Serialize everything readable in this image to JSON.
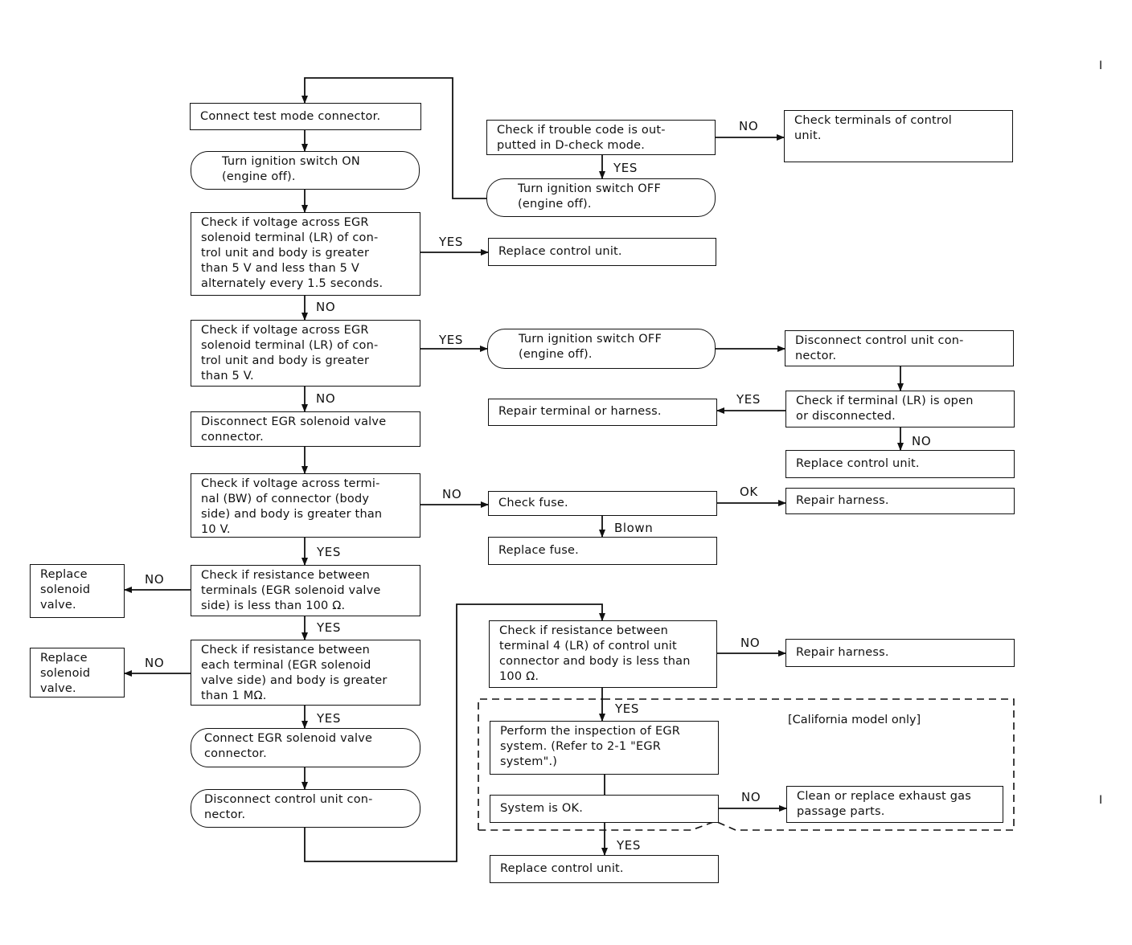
{
  "boxes": {
    "connect_test_mode": "Connect test mode connector.",
    "ignition_on": "Turn ignition switch ON\n(engine off).",
    "check_alternating": "Check if voltage across EGR\nsolenoid terminal (LR) of con-\ntrol unit and body is greater\nthan 5 V and less than 5 V\nalternately every 1.5 seconds.",
    "check_greater_5v": "Check if voltage across EGR\nsolenoid terminal (LR) of con-\ntrol unit and body is greater\nthan 5 V.",
    "disconnect_egr_valve": "Disconnect EGR solenoid valve\nconnector.",
    "check_bw_10v": "Check if voltage across termi-\nnal (BW) of connector (body\nside) and body is greater than\n10 V.",
    "check_res_100": "Check if resistance between\nterminals (EGR solenoid valve\nside) is less than 100 Ω.",
    "check_res_1m": "Check if resistance between\neach terminal (EGR solenoid\nvalve side) and body is greater\nthan 1 MΩ.",
    "connect_egr_valve": "Connect EGR solenoid valve\nconnector.",
    "disconnect_cu_left": "Disconnect control unit con-\nnector.",
    "replace_solenoid_1": "Replace\nsolenoid\nvalve.",
    "replace_solenoid_2": "Replace\nsolenoid\nvalve.",
    "check_trouble_code": "Check if trouble code is out-\nputted in D-check mode.",
    "check_terminals_cu": "Check terminals of control\nunit.",
    "ignition_off_1": "Turn ignition switch OFF\n(engine off).",
    "replace_cu_1": "Replace control unit.",
    "ignition_off_2": "Turn ignition switch OFF\n(engine off).",
    "disconnect_cu_right": "Disconnect control unit con-\nnector.",
    "check_lr_open": "Check if terminal (LR) is open\nor disconnected.",
    "repair_terminal": "Repair terminal or harness.",
    "replace_cu_2": "Replace control unit.",
    "check_fuse": "Check fuse.",
    "repair_harness_1": "Repair harness.",
    "replace_fuse": "Replace fuse.",
    "check_res_term4": "Check if resistance between\nterminal 4 (LR) of control unit\nconnector and body is less than\n100 Ω.",
    "repair_harness_2": "Repair harness.",
    "perform_egr_inspection": "Perform the inspection of EGR\nsystem. (Refer to 2-1 \"EGR\nsystem\".)",
    "system_ok": "System is OK.",
    "clean_replace_exhaust": "Clean or replace exhaust gas\npassage parts.",
    "replace_cu_3": "Replace control unit."
  },
  "labels": {
    "no_1": "NO",
    "yes_1": "YES",
    "yes_2": "YES",
    "no_2": "NO",
    "yes_3": "YES",
    "no_3": "NO",
    "yes_4": "YES",
    "no_4": "NO",
    "ok_1": "OK",
    "blown": "Blown",
    "no_5": "NO",
    "yes_5": "YES",
    "no_6": "NO",
    "no_7": "NO",
    "yes_6": "YES",
    "no_8": "NO",
    "yes_7": "YES",
    "no_9": "NO",
    "yes_8": "YES",
    "no_10": "NO",
    "yes_9": "YES"
  },
  "note": "[California model only]",
  "margin_marks": [
    "I",
    "I"
  ]
}
